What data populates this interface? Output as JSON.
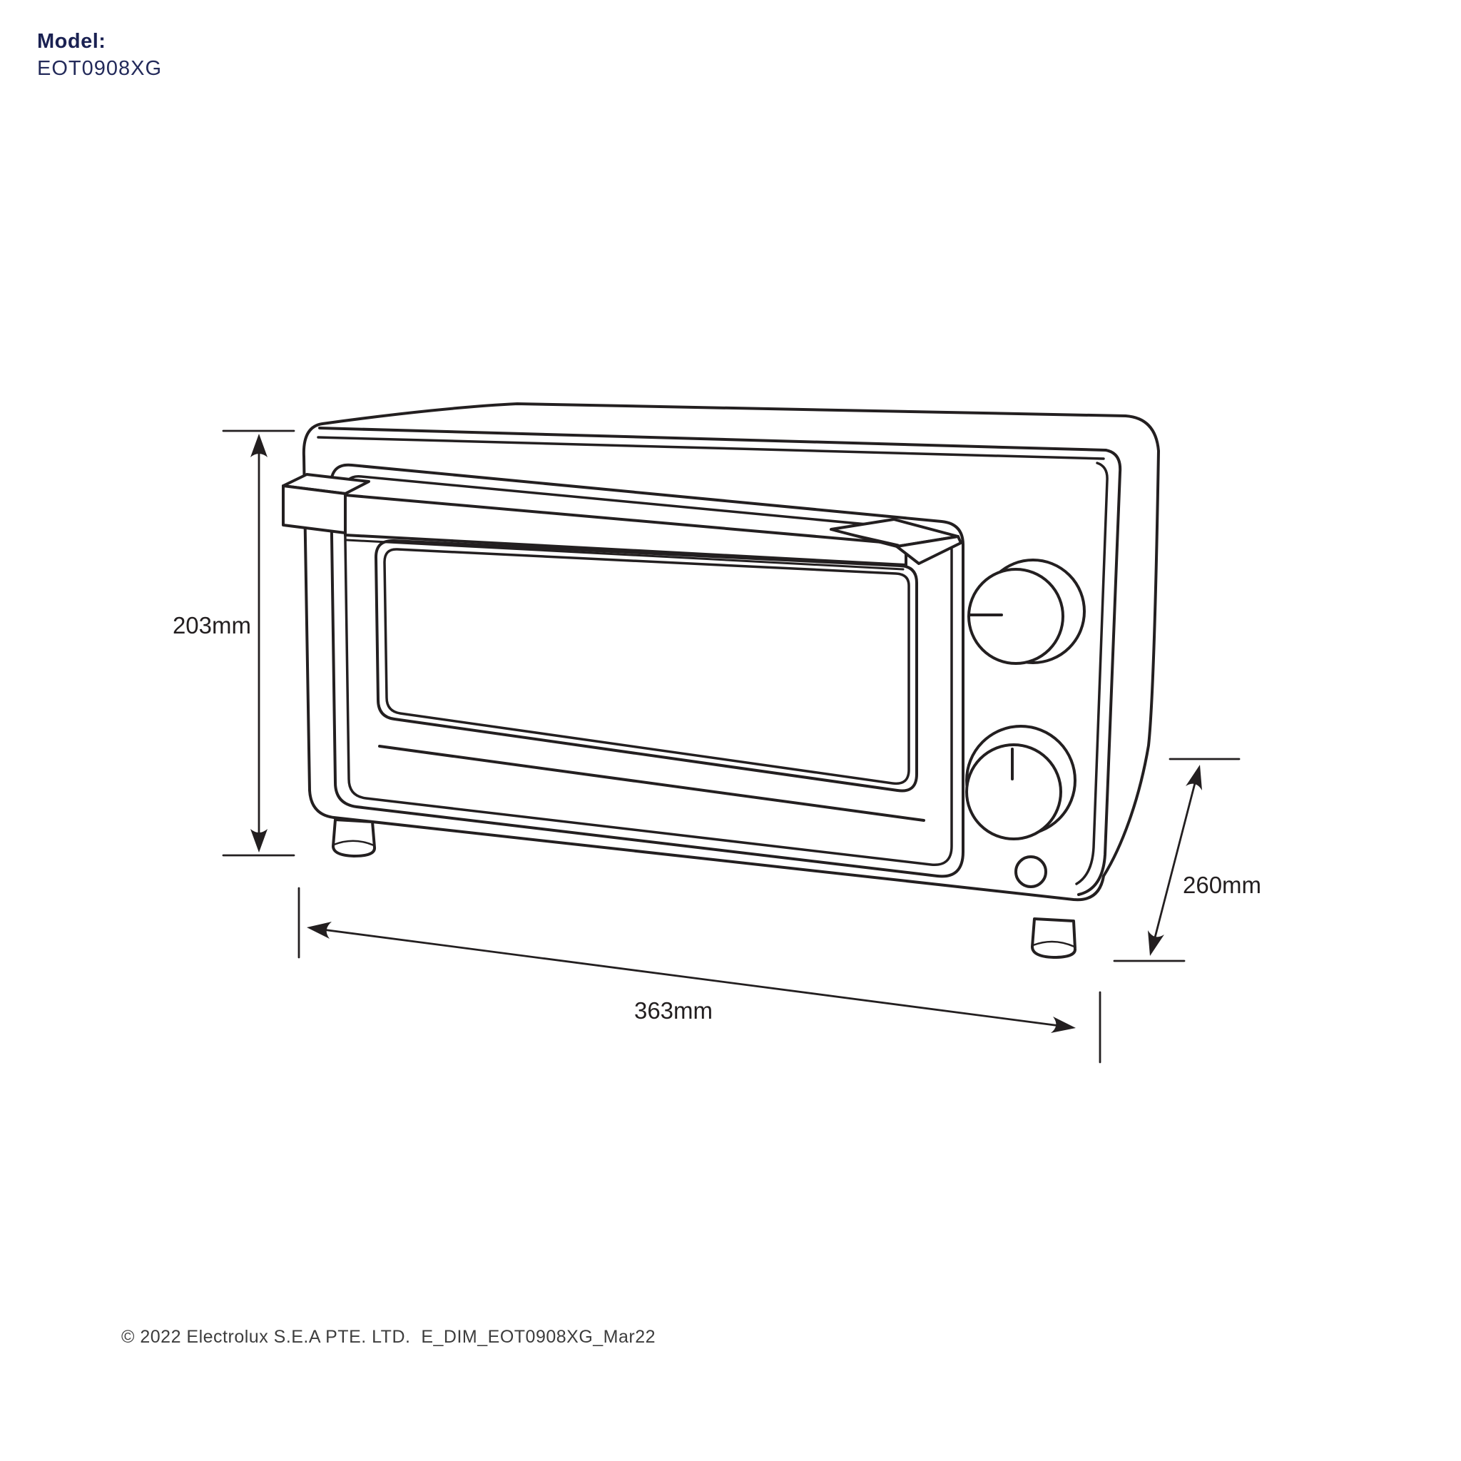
{
  "header": {
    "model_label": "Model:",
    "model_number": "EOT0908XG"
  },
  "diagram": {
    "product": "countertop toaster oven line drawing, three-quarter perspective view",
    "dimensions": {
      "height_label": "203mm",
      "width_label": "363mm",
      "depth_label": "260mm"
    }
  },
  "footer": {
    "copyright": "© 2022 Electrolux S.E.A PTE. LTD.  E_DIM_EOT0908XG_Mar22"
  },
  "colors": {
    "brand_navy": "#1a2152",
    "line_color": "#231f20",
    "background": "#ffffff",
    "footer_text": "#3d3d3d"
  }
}
